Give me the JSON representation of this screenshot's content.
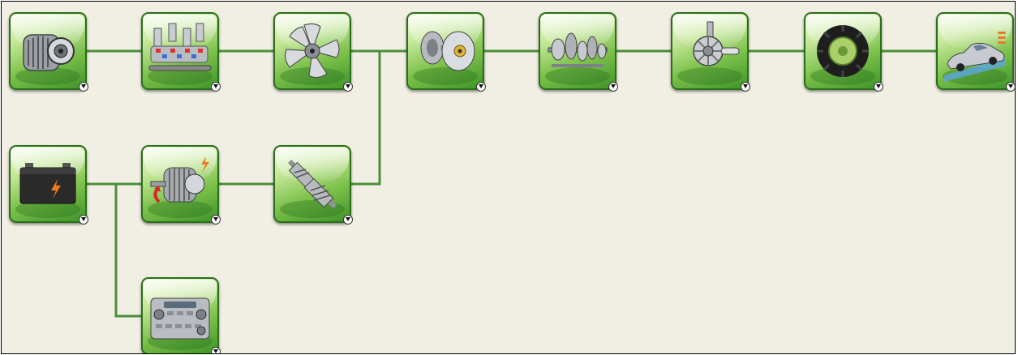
{
  "diagram": {
    "nodes": [
      {
        "id": "alternator",
        "icon": "alternator-icon"
      },
      {
        "id": "engine",
        "icon": "engine-cylinders-icon"
      },
      {
        "id": "flywheel",
        "icon": "fan-flywheel-icon"
      },
      {
        "id": "torque-converter",
        "icon": "torque-converter-icon"
      },
      {
        "id": "gearbox",
        "icon": "gearbox-icon"
      },
      {
        "id": "differential",
        "icon": "differential-icon"
      },
      {
        "id": "wheel",
        "icon": "wheel-tire-icon"
      },
      {
        "id": "vehicle",
        "icon": "car-icon"
      },
      {
        "id": "battery",
        "icon": "battery-icon"
      },
      {
        "id": "starter-motor",
        "icon": "starter-motor-icon"
      },
      {
        "id": "gear-shaft",
        "icon": "gear-shaft-icon"
      },
      {
        "id": "radio",
        "icon": "car-radio-icon"
      }
    ],
    "connections": [
      [
        "alternator",
        "engine"
      ],
      [
        "engine",
        "flywheel"
      ],
      [
        "flywheel",
        "torque-converter"
      ],
      [
        "torque-converter",
        "gearbox"
      ],
      [
        "gearbox",
        "differential"
      ],
      [
        "differential",
        "wheel"
      ],
      [
        "wheel",
        "vehicle"
      ],
      [
        "battery",
        "starter-motor"
      ],
      [
        "starter-motor",
        "gear-shaft"
      ],
      [
        "gear-shaft",
        "torque-converter"
      ],
      [
        "battery",
        "radio"
      ]
    ],
    "colors": {
      "background": "#f1efe3",
      "wire": "#4b8f3a",
      "tile_dark": "#3c9128",
      "tile_light": "#c6e79a"
    }
  }
}
